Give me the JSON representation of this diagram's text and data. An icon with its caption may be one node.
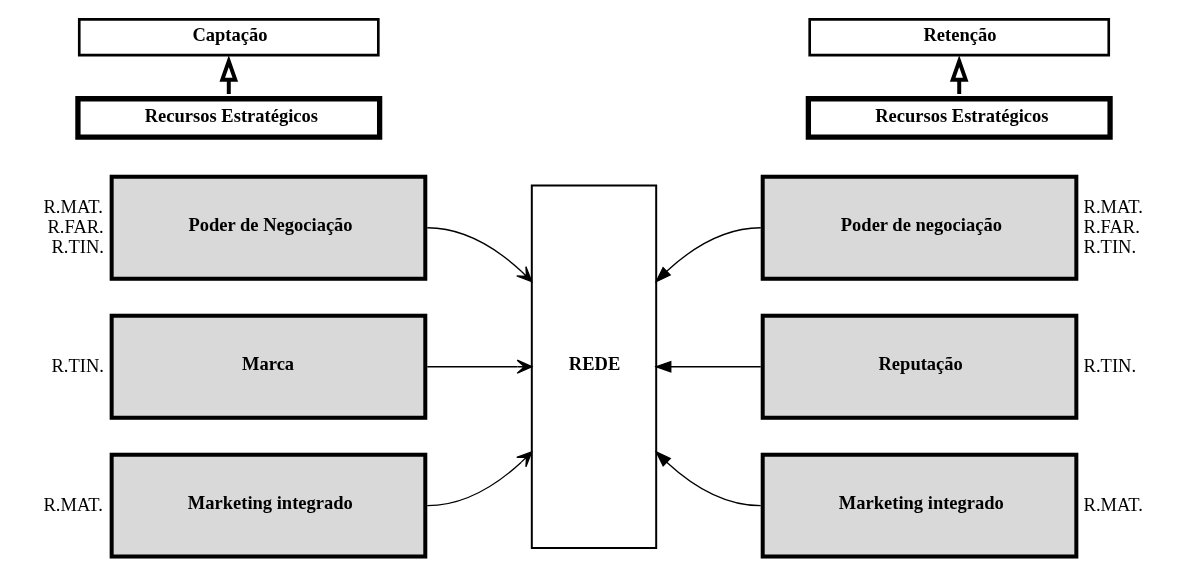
{
  "diagram": {
    "nodes": [
      {
        "text": [
          "Captação"
        ]
      },
      {
        "text": [
          "Recursos Estratégicos"
        ]
      },
      {
        "text": [
          "Retenção"
        ]
      },
      {
        "text": [
          "Recursos Estratégicos"
        ]
      },
      {
        "text": [
          "Poder de Negociação"
        ],
        "beside": [
          "R.MAT.",
          "R.FAR.",
          "R.TIN."
        ]
      },
      {
        "text": [
          "Marca"
        ],
        "beside": [
          "R.TIN."
        ]
      },
      {
        "text": [
          "Marketing integrado"
        ],
        "beside": [
          "R.MAT."
        ]
      },
      {
        "text": [
          "REDE"
        ]
      },
      {
        "text": [
          "Poder de negociação"
        ],
        "beside": [
          "R.MAT.",
          "R.FAR.",
          "R.TIN."
        ]
      },
      {
        "text": [
          "Reputação"
        ],
        "beside": [
          "R.TIN."
        ]
      },
      {
        "text": [
          "Marketing integrado"
        ],
        "beside": [
          "R.MAT."
        ]
      }
    ],
    "edges": [
      {
        "from": 1,
        "to": 0,
        "arrow": "to",
        "style": "thick"
      },
      {
        "from": 3,
        "to": 2,
        "arrow": "to",
        "style": "thick"
      },
      {
        "from": 4,
        "to": 7,
        "arrow": "to"
      },
      {
        "from": 5,
        "to": 7,
        "arrow": "to"
      },
      {
        "from": 6,
        "to": 7,
        "arrow": "to"
      },
      {
        "from": 8,
        "to": 7,
        "arrow": "to"
      },
      {
        "from": 9,
        "to": 7,
        "arrow": "to"
      },
      {
        "from": 10,
        "to": 7,
        "arrow": "to"
      }
    ]
  }
}
